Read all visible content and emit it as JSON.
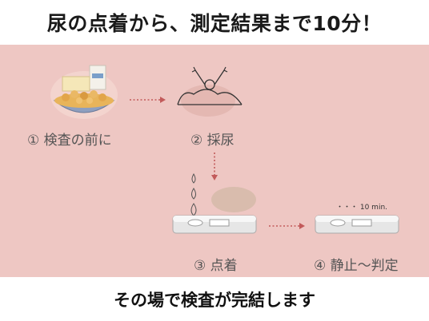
{
  "header": {
    "title": "尿の点着から、測定結果まで10分！"
  },
  "steps": [
    {
      "label": "① 検査の前に",
      "icon": "food-bowl-icon"
    },
    {
      "label": "② 採尿",
      "icon": "person-stretching-icon"
    },
    {
      "label": "③ 点着",
      "icon": "test-strip-drops-icon"
    },
    {
      "label": "④ 静止～判定",
      "icon": "test-strip-timer-icon"
    }
  ],
  "timer_label": "・・・ 10 min.",
  "footer": {
    "text": "その場で検査が完結します"
  },
  "colors": {
    "panel": "#eec7c3",
    "arrow": "#c25a5a",
    "text": "#555555"
  }
}
